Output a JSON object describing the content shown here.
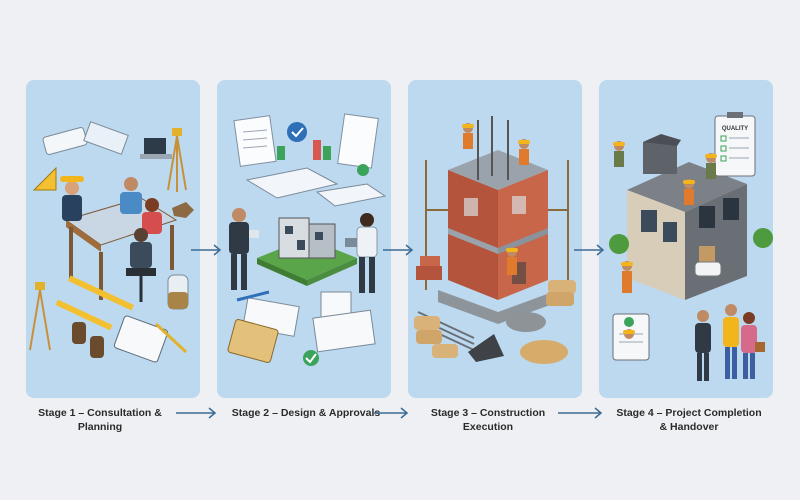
{
  "stages": [
    {
      "id": "stage-1",
      "caption_line1": "Stage 1 – Consultation &",
      "caption_line2": "Planning"
    },
    {
      "id": "stage-2",
      "caption_line1": "Stage 2 – Design & Approvals",
      "caption_line2": ""
    },
    {
      "id": "stage-3",
      "caption_line1": "Stage 3 – Construction",
      "caption_line2": "Execution"
    },
    {
      "id": "stage-4",
      "caption_line1": "Stage 4 – Project Completion",
      "caption_line2": "& Handover"
    }
  ],
  "illustration_text": {
    "quality_clipboard": "QUALITY"
  },
  "colors": {
    "panel_bg": "#bcd9ef",
    "arrow": "#3c6a95",
    "page_bg": "#eef0f3"
  }
}
